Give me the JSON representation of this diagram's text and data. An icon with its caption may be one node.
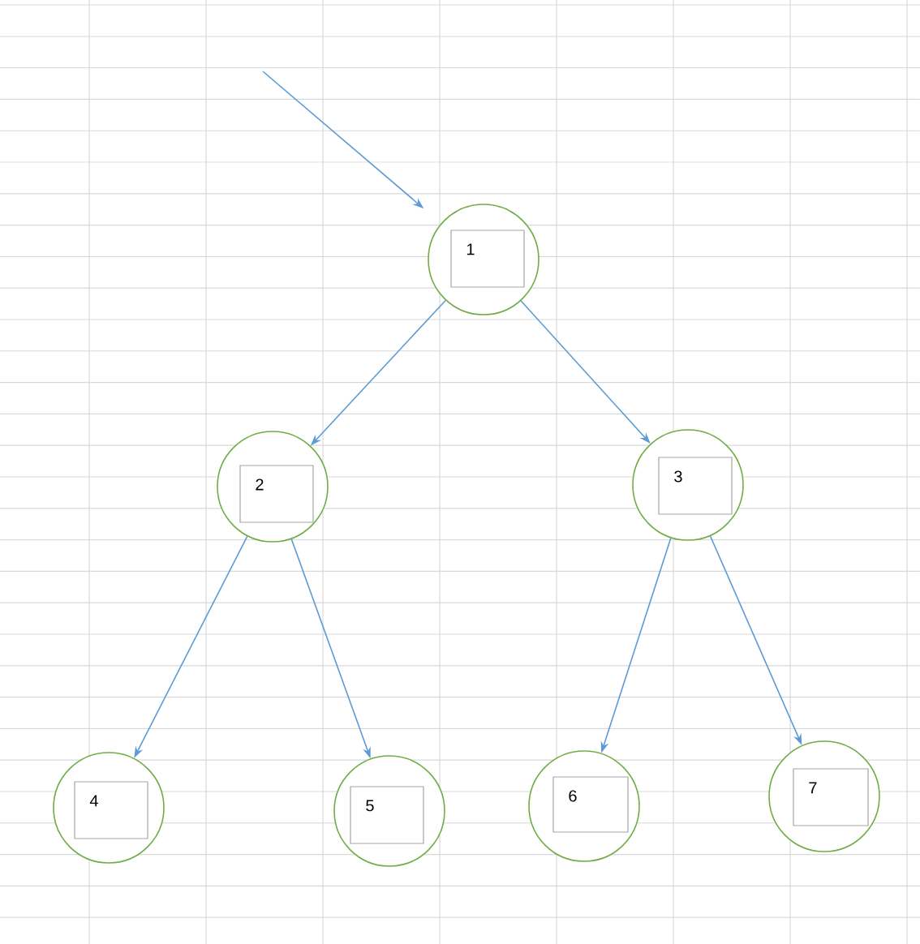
{
  "diagram": {
    "nodes": [
      {
        "text": [
          "1"
        ]
      },
      {
        "text": [
          "2"
        ]
      },
      {
        "text": [
          "3"
        ]
      },
      {
        "text": [
          "4"
        ]
      },
      {
        "text": [
          "5"
        ]
      },
      {
        "text": [
          "6"
        ]
      },
      {
        "text": [
          "7"
        ]
      }
    ],
    "edges": [
      {
        "from": null,
        "to": 0,
        "arrow": "to"
      },
      {
        "from": 0,
        "to": 1,
        "arrow": "to"
      },
      {
        "from": 0,
        "to": 2,
        "arrow": "to"
      },
      {
        "from": 1,
        "to": 3,
        "arrow": "to"
      },
      {
        "from": 1,
        "to": 4,
        "arrow": "to"
      },
      {
        "from": 2,
        "to": 5,
        "arrow": "to"
      },
      {
        "from": 2,
        "to": 6,
        "arrow": "to"
      }
    ]
  }
}
